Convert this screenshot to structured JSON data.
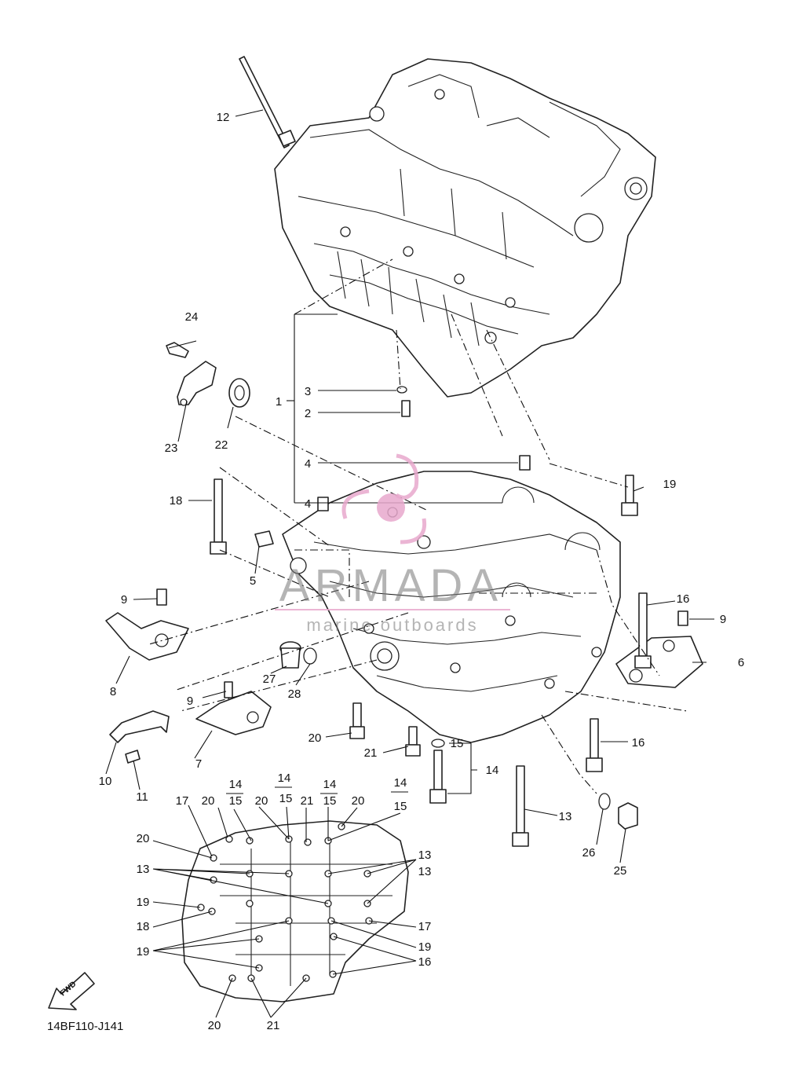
{
  "diagram": {
    "code": "14BF110-J141",
    "fwd_label": "FWD",
    "watermark": {
      "brand": "ARMADA",
      "tagline": "marine outboards",
      "accent_color": "#e8a8cc"
    },
    "callouts": [
      "1",
      "2",
      "3",
      "4",
      "4",
      "5",
      "6",
      "7",
      "8",
      "9",
      "9",
      "9",
      "10",
      "11",
      "12",
      "13",
      "13",
      "13",
      "13",
      "14",
      "14",
      "14",
      "14",
      "14",
      "15",
      "15",
      "15",
      "15",
      "15",
      "16",
      "16",
      "16",
      "17",
      "17",
      "17",
      "18",
      "18",
      "19",
      "19",
      "19",
      "19",
      "20",
      "20",
      "20",
      "20",
      "20",
      "20",
      "21",
      "21",
      "21",
      "21",
      "22",
      "23",
      "24",
      "25",
      "26",
      "27",
      "28"
    ]
  }
}
